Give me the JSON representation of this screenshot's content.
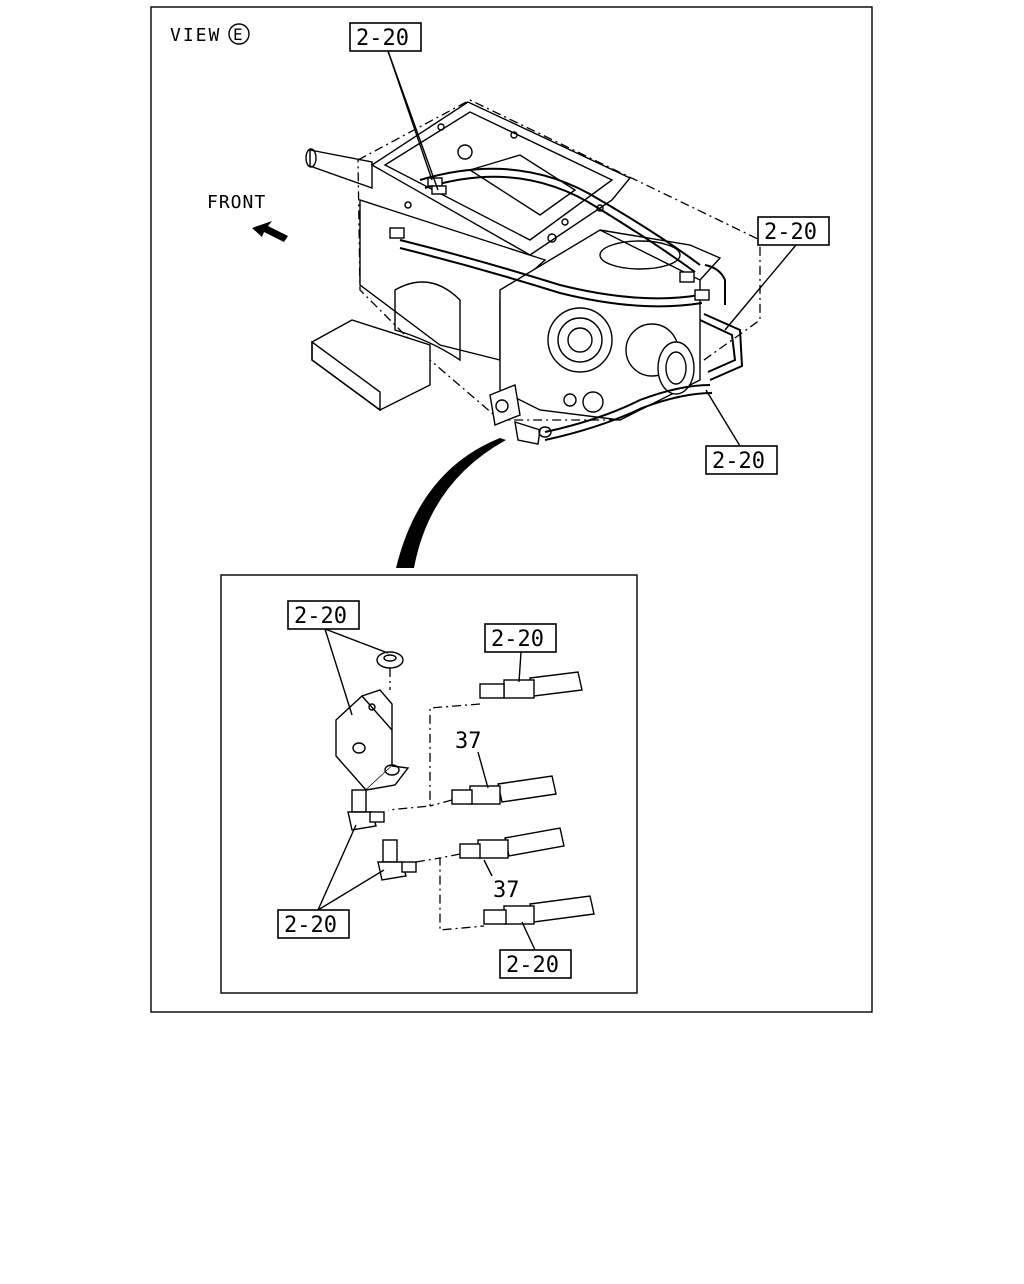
{
  "view": {
    "prefix": "VIEW",
    "letter": "E"
  },
  "front_label": "FRONT",
  "callouts": {
    "top": "2-20",
    "right_upper": "2-20",
    "right_lower": "2-20",
    "inset_bracket": "2-20",
    "inset_hose_top": "2-20",
    "inset_tees": "2-20",
    "inset_hose_bottom": "2-20"
  },
  "part_numbers": {
    "hose_upper": "37",
    "hose_lower": "37"
  },
  "icons": {
    "front_arrow": "arrow-up-left-icon",
    "view_marker": "circled-letter-icon"
  }
}
